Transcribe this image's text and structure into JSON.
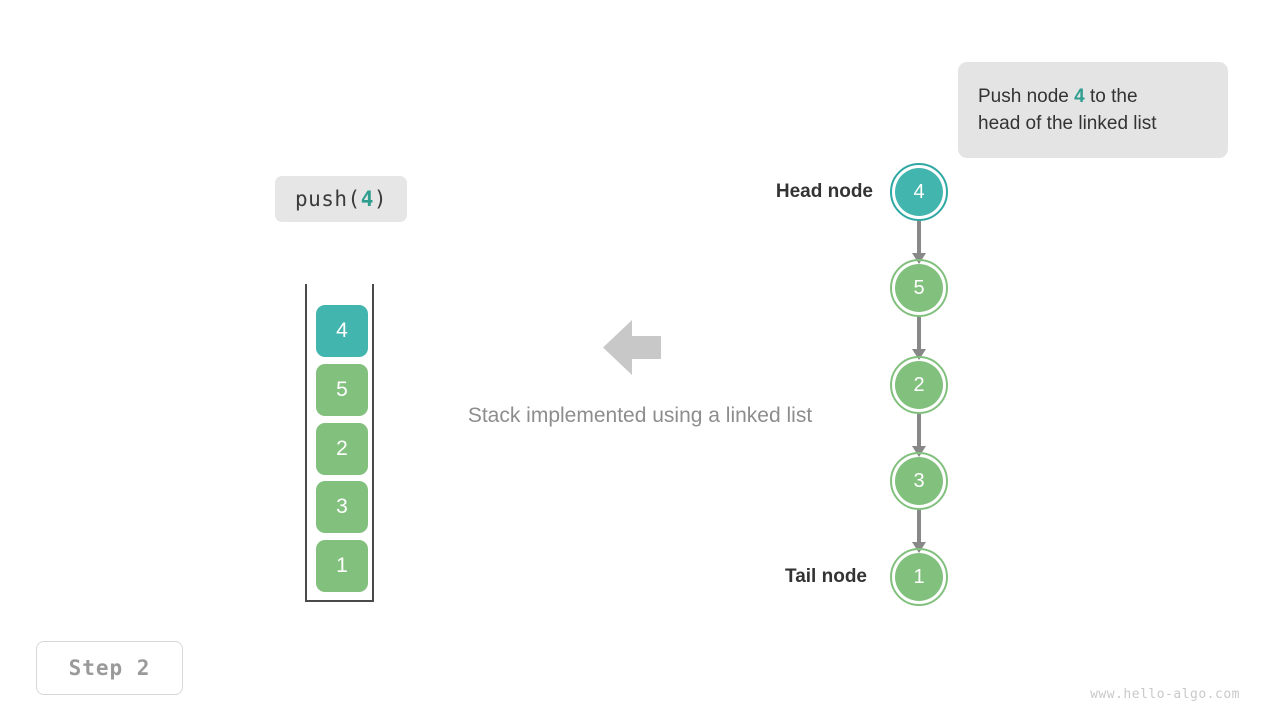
{
  "callout": {
    "text_before": "Push node ",
    "accent": "4",
    "text_after": " to the",
    "line2": "head of the linked list",
    "bg_color": "#e4e4e4",
    "accent_color": "#2f9e8f"
  },
  "operation": {
    "prefix": "push(",
    "value": "4",
    "suffix": ")"
  },
  "caption": "Stack implemented using a linked list",
  "arrow": {
    "direction": "left",
    "color": "#c8c8c8"
  },
  "stack": {
    "cells": [
      {
        "value": "4",
        "color": "#43b5af",
        "highlighted": true
      },
      {
        "value": "5",
        "color": "#82c07e",
        "highlighted": false
      },
      {
        "value": "2",
        "color": "#82c07e",
        "highlighted": false
      },
      {
        "value": "3",
        "color": "#82c07e",
        "highlighted": false
      },
      {
        "value": "1",
        "color": "#82c07e",
        "highlighted": false
      }
    ]
  },
  "linked_list": {
    "head_label": "Head node",
    "tail_label": "Tail node",
    "nodes": [
      {
        "value": "4",
        "color": "#43b5af",
        "highlighted": true
      },
      {
        "value": "5",
        "color": "#82c07e",
        "highlighted": false
      },
      {
        "value": "2",
        "color": "#82c07e",
        "highlighted": false
      },
      {
        "value": "3",
        "color": "#82c07e",
        "highlighted": false
      },
      {
        "value": "1",
        "color": "#82c07e",
        "highlighted": false
      }
    ]
  },
  "step_badge": "Step 2",
  "watermark": "www.hello-algo.com"
}
